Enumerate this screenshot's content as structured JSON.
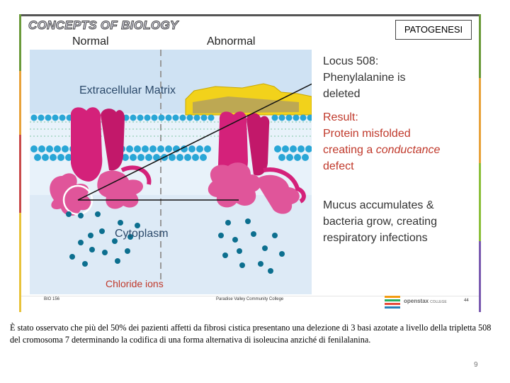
{
  "slide": {
    "header_title": "CONCEPTS OF BIOLOGY",
    "badge": "PATOGENESI",
    "figure": {
      "normal_label": "Normal",
      "abnormal_label": "Abnormal",
      "matrix_label": "Extracellular Matrix",
      "cytoplasm_label": "Cytoplasm",
      "chloride_label": "Chloride ions"
    },
    "text": {
      "locus": [
        "Locus 508:",
        "Phenylalanine is",
        "deleted"
      ],
      "result_line1": "Result:",
      "result_line2": "Protein misfolded",
      "result_line3_prefix": "creating a ",
      "result_line3_em": "conductance",
      "result_line4": "defect",
      "mucus": [
        "Mucus accumulates &",
        "bacteria grow, creating",
        "respiratory infections"
      ]
    },
    "footer": {
      "left": "BIO 156",
      "center": "Paradise Valley Community College",
      "logo_word": "openstax",
      "logo_sub": "COLLEGE",
      "page": "44"
    }
  },
  "caption": "È stato osservato che più del 50% dei pazienti affetti da fibrosi cistica presentano una delezione di 3 basi azotate a livello della tripletta 508 del cromosoma 7 determinando la codifica di una forma alternativa di isoleucina anziché di fenilalanina.",
  "page_number": "9",
  "colors": {
    "extracellular": "#cfe2f3",
    "membrane_blue": "#29a6d6",
    "protein_magenta": "#d4217a",
    "mucus": "#f2d21b",
    "cytoplasm": "#ddeaf6",
    "text_dark": "#333333",
    "text_red": "#c0392b"
  }
}
